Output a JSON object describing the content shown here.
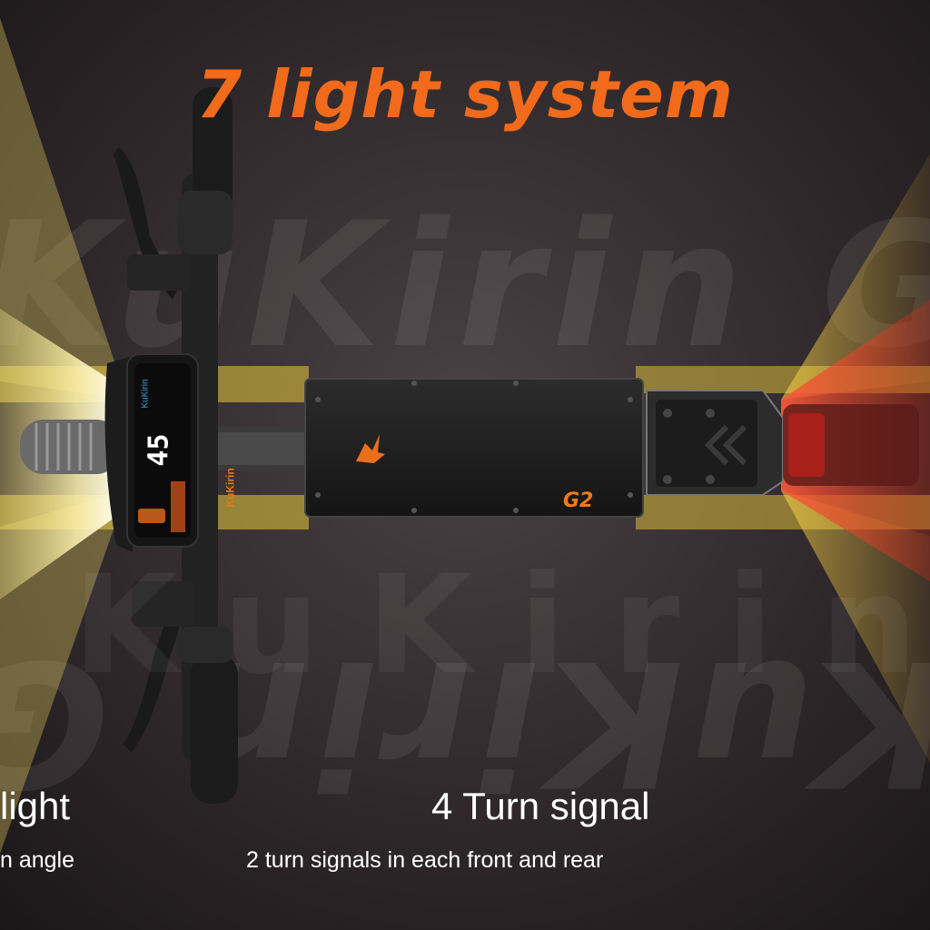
{
  "headline": "7 light system",
  "captions": {
    "left_title": "light",
    "left_subtitle": "n angle",
    "right_title": "4 Turn signal",
    "right_subtitle": "2 turn signals in each front and rear"
  },
  "scooter": {
    "watermark_brand": "KuKirin",
    "model_badge": "G2",
    "display_speed": "45",
    "display_brand": "KuKirin"
  },
  "colors": {
    "headline": "#f26a1b",
    "accent_orange": "#f07a1a",
    "yellow_beam": "#e8c83a",
    "red_tail": "#e03a2a",
    "background": "#2a2527"
  }
}
